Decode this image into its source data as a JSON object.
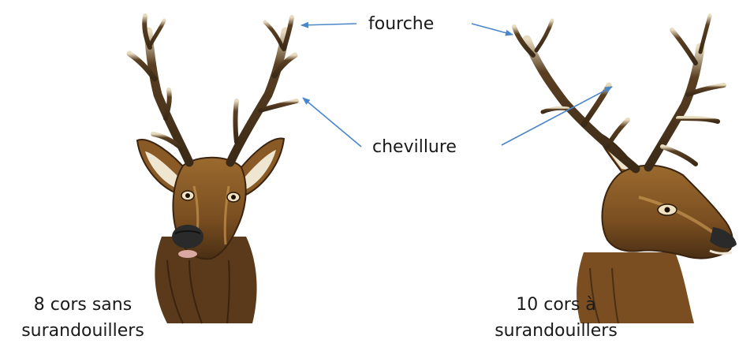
{
  "labels": {
    "fork": "fourche",
    "peg": "chevillure"
  },
  "captions": {
    "left": {
      "line1": "8 cors sans",
      "line2": "surandouillers"
    },
    "right": {
      "line1": "10 cors à",
      "line2": "surandouillers"
    }
  },
  "colors": {
    "arrow": "#4a86c8",
    "antler_dark": "#3b2a17",
    "antler_light": "#8a6a3c",
    "fur_main": "#8a5a26",
    "fur_dark": "#4a2f14",
    "fur_light": "#c69550",
    "muzzle": "#2a2a2a"
  }
}
